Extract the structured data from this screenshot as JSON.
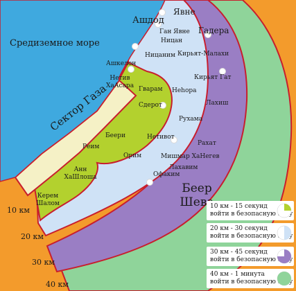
{
  "sea_label": "Средиземное море",
  "gaza_label": "Сектор Газа",
  "beer_sheva_label": "Беер Шева",
  "places": {
    "ashdod": "Ашдод",
    "yavne": "Явне",
    "gedera": "Гадера",
    "gan_yavne": "Ган Явне",
    "nitzan": "Ницан",
    "nitzanim": "Ницаним",
    "kiryat_malakhi": "Кирьят-Малахи",
    "ashkelon": "Ашкелон",
    "kiryat_gat": "Кирьят Гат",
    "netiv_haasara": "Нетив ХаАсара",
    "gvaram": "Гварам",
    "nehora": "Неhора",
    "sderot": "Сдерот",
    "lakhish": "Лахиш",
    "rukhama": "Рухама",
    "beeri": "Беери",
    "reim": "Реим",
    "netivot": "Нетивот",
    "rahat": "Рахат",
    "orim": "Орим",
    "mishmar_hanegev": "Мишмар ХаНегев",
    "lahavim": "Лахавим",
    "ofakim": "Офаким",
    "ein_hashlosha": "Анн ХаШлоша",
    "kerem_shalom": "Керем Шалом"
  },
  "distances": {
    "d10": "10 км",
    "d20": "20 км",
    "d30": "30 км",
    "d40": "40 км"
  },
  "legend": [
    {
      "line1": "10 км - 15 секунд",
      "line2": "войти в безопасную зону",
      "fraction": 0.25,
      "color": "#b3d12e"
    },
    {
      "line1": "20 км - 30 секунд",
      "line2": "войти в безопасную зону",
      "fraction": 0.5,
      "color": "#cfe2f6"
    },
    {
      "line1": "30 км - 45 секунд",
      "line2": "войти в безопасную зону",
      "fraction": 0.75,
      "color": "#9a7ec4"
    },
    {
      "line1": "40 км - 1 минута",
      "line2": "войти в безопасную зону",
      "fraction": 1.0,
      "color": "#8fd49a"
    }
  ],
  "colors": {
    "sea": "#3fa9df",
    "land": "#f39b2c",
    "gaza": "#f5f1c6",
    "zone10": "#b3d12e",
    "zone20": "#cfe2f6",
    "zone30": "#9a7ec4",
    "zone40": "#8fd49a",
    "border": "#c81e2d"
  }
}
